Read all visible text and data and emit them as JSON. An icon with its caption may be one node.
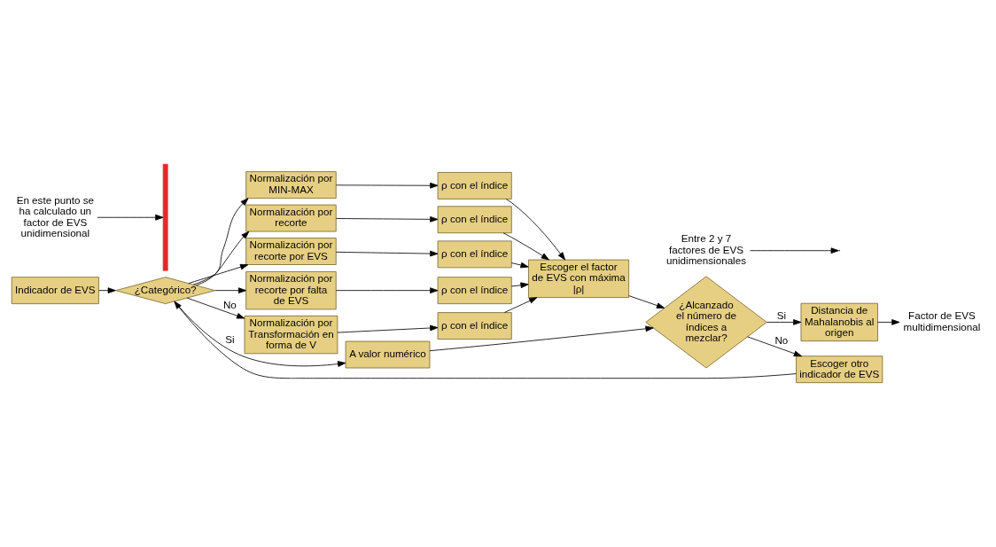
{
  "diagram": {
    "nodes": [
      {
        "text": [
          "Indicador de EVS"
        ]
      },
      {
        "text": [
          "¿Categórico?"
        ]
      },
      {
        "text": [
          "Normalización por MIN-MAX"
        ]
      },
      {
        "text": [
          "Normalización por recorte"
        ]
      },
      {
        "text": [
          "Normalización por recorte por EVS"
        ]
      },
      {
        "text": [
          "Normalización por recorte por falta de EVS"
        ]
      },
      {
        "text": [
          "Normalización por Transformación en forma de V"
        ]
      },
      {
        "text": [
          "ρ con el índice"
        ]
      },
      {
        "text": [
          "ρ con el índice"
        ]
      },
      {
        "text": [
          "ρ con el índice"
        ]
      },
      {
        "text": [
          "ρ con el índice"
        ]
      },
      {
        "text": [
          "ρ con el índice"
        ]
      },
      {
        "text": [
          "Escoger el factor de EVS con máxima |ρ|"
        ]
      },
      {
        "text": [
          "A valor numérico"
        ]
      },
      {
        "text": [
          "¿Alcanzado el número de índices a mezclar?"
        ]
      },
      {
        "text": [
          "Distancia de Mahalanobis al origen"
        ]
      },
      {
        "text": [
          "Factor de EVS multidimensional"
        ]
      },
      {
        "text": [
          "Escoger otro indicador de EVS"
        ]
      },
      {
        "text": [
          "En este punto se ha calculado un factor de EVS unidimensional"
        ]
      },
      {
        "text": [],
        "shape": "bar"
      },
      {
        "text": [
          "Entre 2 y 7 factores de EVS unidimensionales"
        ]
      }
    ],
    "edges": [
      {
        "from": 0,
        "to": 1,
        "arrow": "to"
      },
      {
        "from": 1,
        "to": 2,
        "arrow": "to"
      },
      {
        "from": 1,
        "to": 3,
        "arrow": "to"
      },
      {
        "from": 1,
        "to": 4,
        "arrow": "to"
      },
      {
        "from": 1,
        "to": 5,
        "arrow": "to"
      },
      {
        "from": 1,
        "to": 6,
        "arrow": "to",
        "label": "No"
      },
      {
        "from": 2,
        "to": 7,
        "arrow": "to"
      },
      {
        "from": 3,
        "to": 8,
        "arrow": "to"
      },
      {
        "from": 4,
        "to": 9,
        "arrow": "to"
      },
      {
        "from": 5,
        "to": 10,
        "arrow": "to"
      },
      {
        "from": 6,
        "to": 11,
        "arrow": "to"
      },
      {
        "from": 7,
        "to": 12,
        "arrow": "to"
      },
      {
        "from": 8,
        "to": 12,
        "arrow": "to"
      },
      {
        "from": 9,
        "to": 12,
        "arrow": "to"
      },
      {
        "from": 10,
        "to": 12,
        "arrow": "to"
      },
      {
        "from": 11,
        "to": 12,
        "arrow": "to"
      },
      {
        "from": 1,
        "to": 13,
        "arrow": "to",
        "label": "Si"
      },
      {
        "from": 13,
        "to": 14,
        "arrow": "to"
      },
      {
        "from": 12,
        "to": 14,
        "arrow": "to"
      },
      {
        "from": 14,
        "to": 15,
        "arrow": "to",
        "label": "Si"
      },
      {
        "from": 15,
        "to": 16,
        "arrow": "to"
      },
      {
        "from": 14,
        "to": 17,
        "arrow": "to",
        "label": "No"
      },
      {
        "from": 17,
        "to": 1,
        "arrow": "to"
      },
      {
        "from": 18,
        "to": 19,
        "arrow": "to"
      },
      {
        "from": 20,
        "to": null,
        "arrow": "to"
      }
    ]
  }
}
